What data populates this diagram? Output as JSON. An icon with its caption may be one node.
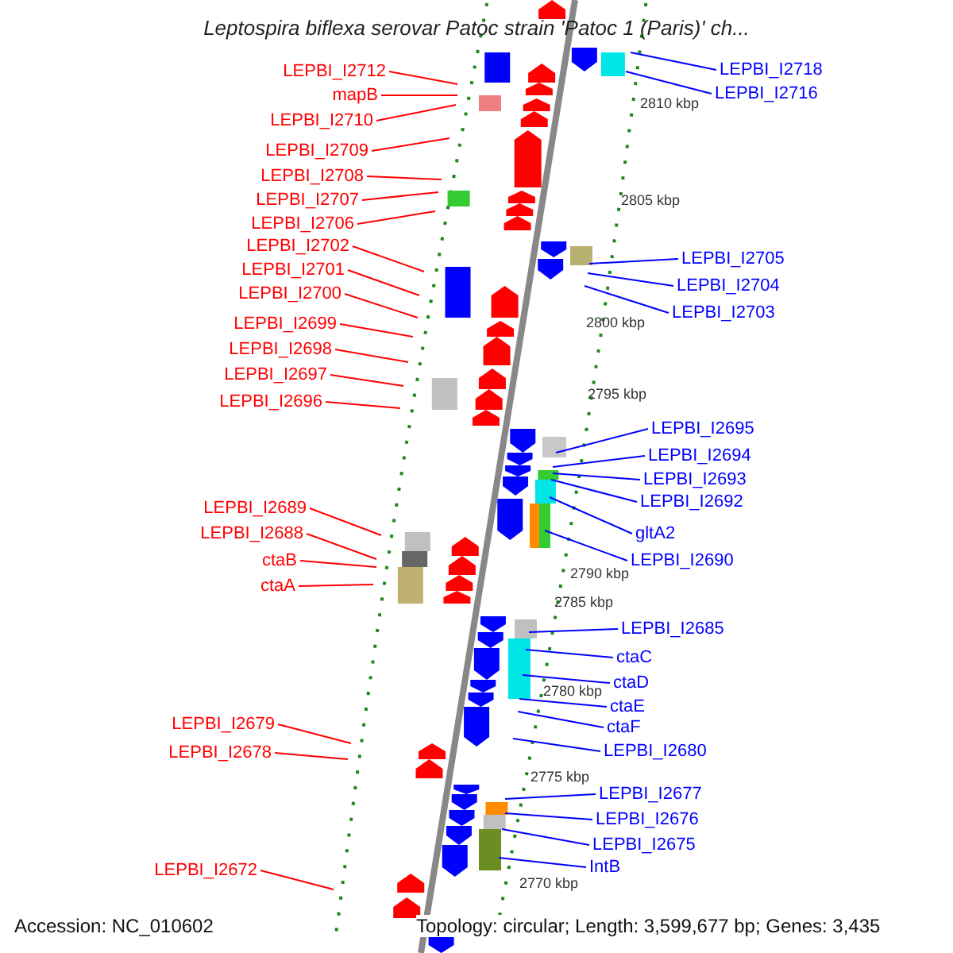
{
  "diagram": {
    "title": "Leptospira biflexa serovar Patoc strain 'Patoc 1 (Paris)' ch...",
    "nodes": [
      {
        "text": [
          "LEPBI_I2712"
        ]
      },
      {
        "text": [
          "mapB"
        ]
      },
      {
        "text": [
          "LEPBI_I2710"
        ]
      },
      {
        "text": [
          "LEPBI_I2709"
        ]
      },
      {
        "text": [
          "LEPBI_I2708"
        ]
      },
      {
        "text": [
          "LEPBI_I2707"
        ]
      },
      {
        "text": [
          "LEPBI_I2706"
        ]
      },
      {
        "text": [
          "LEPBI_I2702"
        ]
      },
      {
        "text": [
          "LEPBI_I2701"
        ]
      },
      {
        "text": [
          "LEPBI_I2700"
        ]
      },
      {
        "text": [
          "LEPBI_I2699"
        ]
      },
      {
        "text": [
          "LEPBI_I2698"
        ]
      },
      {
        "text": [
          "LEPBI_I2697"
        ]
      },
      {
        "text": [
          "LEPBI_I2696"
        ]
      },
      {
        "text": [
          "LEPBI_I2689"
        ]
      },
      {
        "text": [
          "LEPBI_I2688"
        ]
      },
      {
        "text": [
          "ctaB"
        ]
      },
      {
        "text": [
          "ctaA"
        ]
      },
      {
        "text": [
          "LEPBI_I2679"
        ]
      },
      {
        "text": [
          "LEPBI_I2678"
        ]
      },
      {
        "text": [
          "LEPBI_I2672"
        ]
      },
      {
        "text": [
          "LEPBI_I2718"
        ]
      },
      {
        "text": [
          "LEPBI_I2716"
        ]
      },
      {
        "text": [
          "LEPBI_I2705"
        ]
      },
      {
        "text": [
          "LEPBI_I2704"
        ]
      },
      {
        "text": [
          "LEPBI_I2703"
        ]
      },
      {
        "text": [
          "LEPBI_I2695"
        ]
      },
      {
        "text": [
          "LEPBI_I2694"
        ]
      },
      {
        "text": [
          "LEPBI_I2693"
        ]
      },
      {
        "text": [
          "LEPBI_I2692"
        ]
      },
      {
        "text": [
          "gltA2"
        ]
      },
      {
        "text": [
          "LEPBI_I2690"
        ]
      },
      {
        "text": [
          "LEPBI_I2685"
        ]
      },
      {
        "text": [
          "ctaC"
        ]
      },
      {
        "text": [
          "ctaD"
        ]
      },
      {
        "text": [
          "ctaE"
        ]
      },
      {
        "text": [
          "ctaF"
        ]
      },
      {
        "text": [
          "LEPBI_I2680"
        ]
      },
      {
        "text": [
          "LEPBI_I2677"
        ]
      },
      {
        "text": [
          "LEPBI_I2676"
        ]
      },
      {
        "text": [
          "LEPBI_I2675"
        ]
      },
      {
        "text": [
          "IntB"
        ]
      }
    ],
    "edges": [
      {
        "from": 0,
        "to": null,
        "arrow": "none",
        "color": "#ff0000"
      },
      {
        "from": 1,
        "to": null,
        "arrow": "none",
        "color": "#ff0000"
      },
      {
        "from": 2,
        "to": null,
        "arrow": "none",
        "color": "#ff0000"
      },
      {
        "from": 3,
        "to": null,
        "arrow": "none",
        "color": "#ff0000"
      },
      {
        "from": 4,
        "to": null,
        "arrow": "none",
        "color": "#ff0000"
      },
      {
        "from": 5,
        "to": null,
        "arrow": "none",
        "color": "#ff0000"
      },
      {
        "from": 6,
        "to": null,
        "arrow": "none",
        "color": "#ff0000"
      },
      {
        "from": 7,
        "to": null,
        "arrow": "none",
        "color": "#ff0000"
      },
      {
        "from": 8,
        "to": null,
        "arrow": "none",
        "color": "#ff0000"
      },
      {
        "from": 9,
        "to": null,
        "arrow": "none",
        "color": "#ff0000"
      },
      {
        "from": 10,
        "to": null,
        "arrow": "none",
        "color": "#ff0000"
      },
      {
        "from": 11,
        "to": null,
        "arrow": "none",
        "color": "#ff0000"
      },
      {
        "from": 12,
        "to": null,
        "arrow": "none",
        "color": "#ff0000"
      },
      {
        "from": 13,
        "to": null,
        "arrow": "none",
        "color": "#ff0000"
      },
      {
        "from": 14,
        "to": null,
        "arrow": "none",
        "color": "#ff0000"
      },
      {
        "from": 15,
        "to": null,
        "arrow": "none",
        "color": "#ff0000"
      },
      {
        "from": 16,
        "to": null,
        "arrow": "none",
        "color": "#ff0000"
      },
      {
        "from": 17,
        "to": null,
        "arrow": "none",
        "color": "#ff0000"
      },
      {
        "from": 18,
        "to": null,
        "arrow": "none",
        "color": "#ff0000"
      },
      {
        "from": 19,
        "to": null,
        "arrow": "none",
        "color": "#ff0000"
      },
      {
        "from": 20,
        "to": null,
        "arrow": "none",
        "color": "#ff0000"
      },
      {
        "from": 21,
        "to": null,
        "arrow": "none",
        "color": "#0000ff"
      },
      {
        "from": 22,
        "to": null,
        "arrow": "none",
        "color": "#0000ff"
      },
      {
        "from": 23,
        "to": null,
        "arrow": "none",
        "color": "#0000ff"
      },
      {
        "from": 24,
        "to": null,
        "arrow": "none",
        "color": "#0000ff"
      },
      {
        "from": 25,
        "to": null,
        "arrow": "none",
        "color": "#0000ff"
      },
      {
        "from": 26,
        "to": null,
        "arrow": "none",
        "color": "#0000ff"
      },
      {
        "from": 27,
        "to": null,
        "arrow": "none",
        "color": "#0000ff"
      },
      {
        "from": 28,
        "to": null,
        "arrow": "none",
        "color": "#0000ff"
      },
      {
        "from": 29,
        "to": null,
        "arrow": "none",
        "color": "#0000ff"
      },
      {
        "from": 30,
        "to": null,
        "arrow": "none",
        "color": "#0000ff"
      },
      {
        "from": 31,
        "to": null,
        "arrow": "none",
        "color": "#0000ff"
      },
      {
        "from": 32,
        "to": null,
        "arrow": "none",
        "color": "#0000ff"
      },
      {
        "from": 33,
        "to": null,
        "arrow": "none",
        "color": "#0000ff"
      },
      {
        "from": 34,
        "to": null,
        "arrow": "none",
        "color": "#0000ff"
      },
      {
        "from": 35,
        "to": null,
        "arrow": "none",
        "color": "#0000ff"
      },
      {
        "from": 36,
        "to": null,
        "arrow": "none",
        "color": "#0000ff"
      },
      {
        "from": 37,
        "to": null,
        "arrow": "none",
        "color": "#0000ff"
      },
      {
        "from": 38,
        "to": null,
        "arrow": "none",
        "color": "#0000ff"
      },
      {
        "from": 39,
        "to": null,
        "arrow": "none",
        "color": "#0000ff"
      },
      {
        "from": 40,
        "to": null,
        "arrow": "none",
        "color": "#0000ff"
      },
      {
        "from": 41,
        "to": null,
        "arrow": "none",
        "color": "#0000ff"
      }
    ],
    "labels": [
      "2810 kbp",
      "2805 kbp",
      "2800 kbp",
      "2795 kbp",
      "2790 kbp",
      "2785 kbp",
      "2780 kbp",
      "2775 kbp",
      "2770 kbp",
      "Accession: NC_010602",
      "Topology: circular; Length: 3,599,677 bp; Genes: 3,435"
    ]
  }
}
